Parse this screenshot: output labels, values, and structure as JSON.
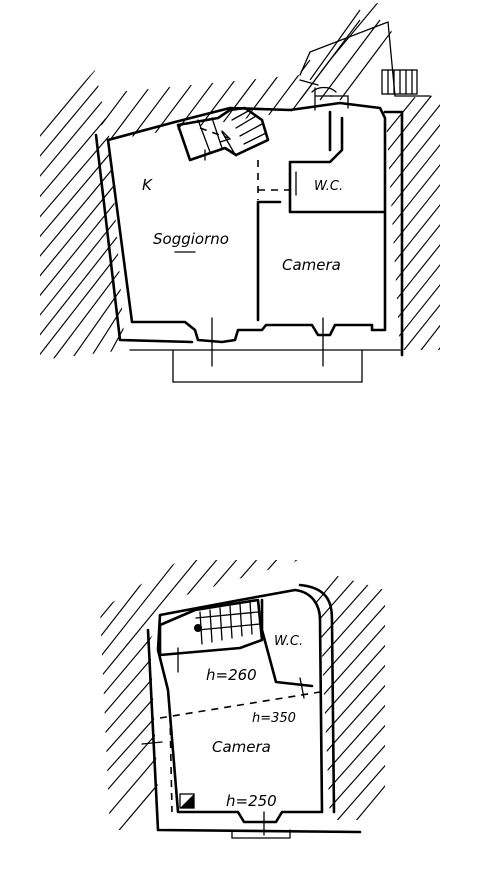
{
  "upper_plan": {
    "kitchen_label": "K",
    "living_label": "Soggiorno",
    "bath_label": "W.C.",
    "bedroom_label": "Camera"
  },
  "lower_plan": {
    "bath_label": "W.C.",
    "loft_height": "h=260",
    "mid_height": "h=350",
    "bedroom_label": "Camera",
    "floor_height": "h=250"
  }
}
